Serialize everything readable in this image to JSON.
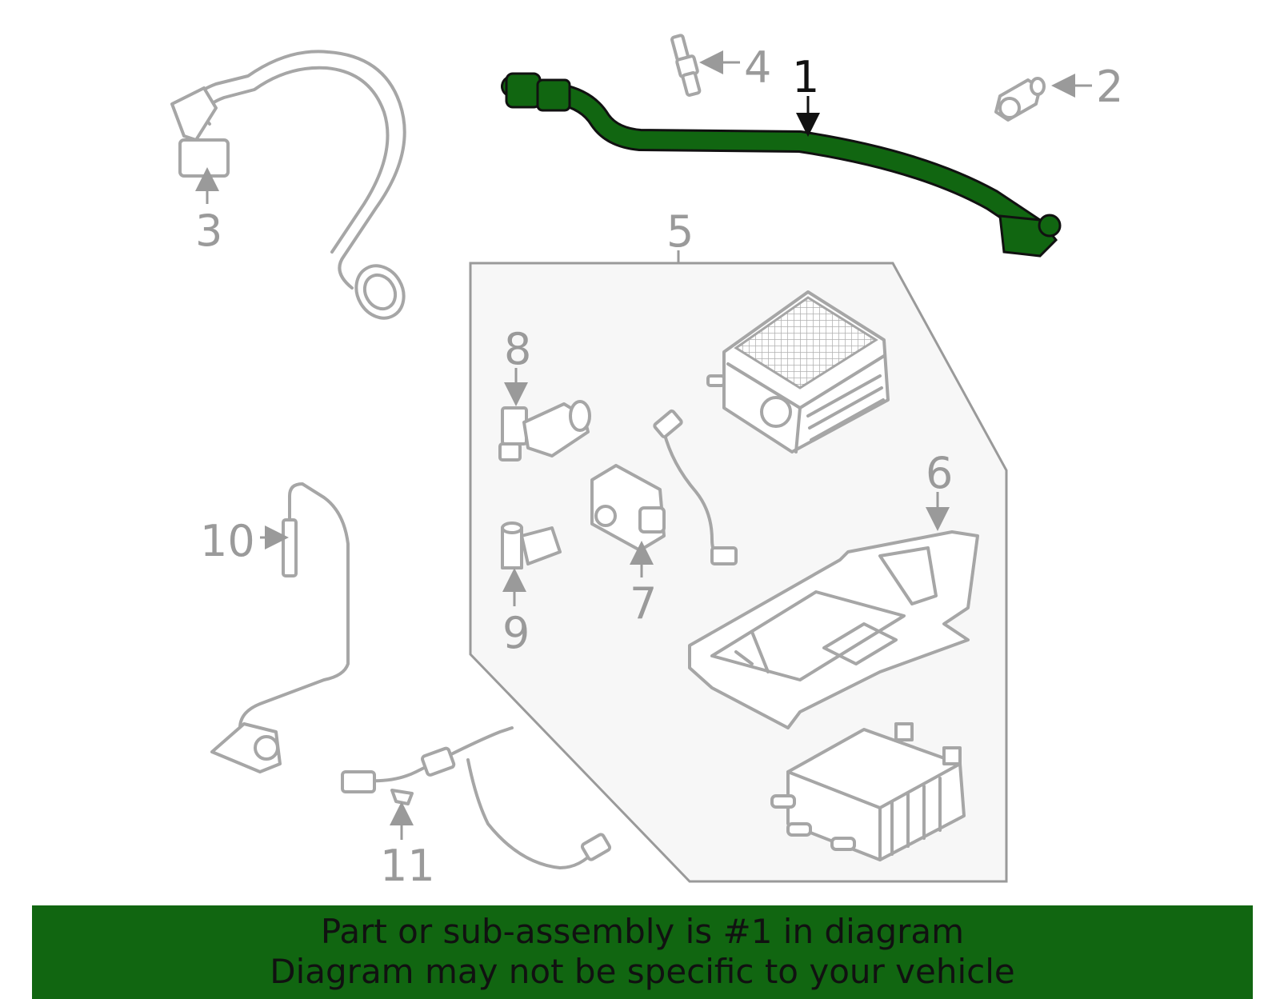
{
  "diagram": {
    "highlight_color": "#116611",
    "part_color": "#a6a6a6",
    "callouts": {
      "c1": "1",
      "c2": "2",
      "c3": "3",
      "c4": "4",
      "c5": "5",
      "c6": "6",
      "c7": "7",
      "c8": "8",
      "c9": "9",
      "c10": "10",
      "c11": "11"
    }
  },
  "banner": {
    "line1": "Part or sub-assembly is #1 in diagram",
    "line2": "Diagram may not be specific to your vehicle"
  }
}
